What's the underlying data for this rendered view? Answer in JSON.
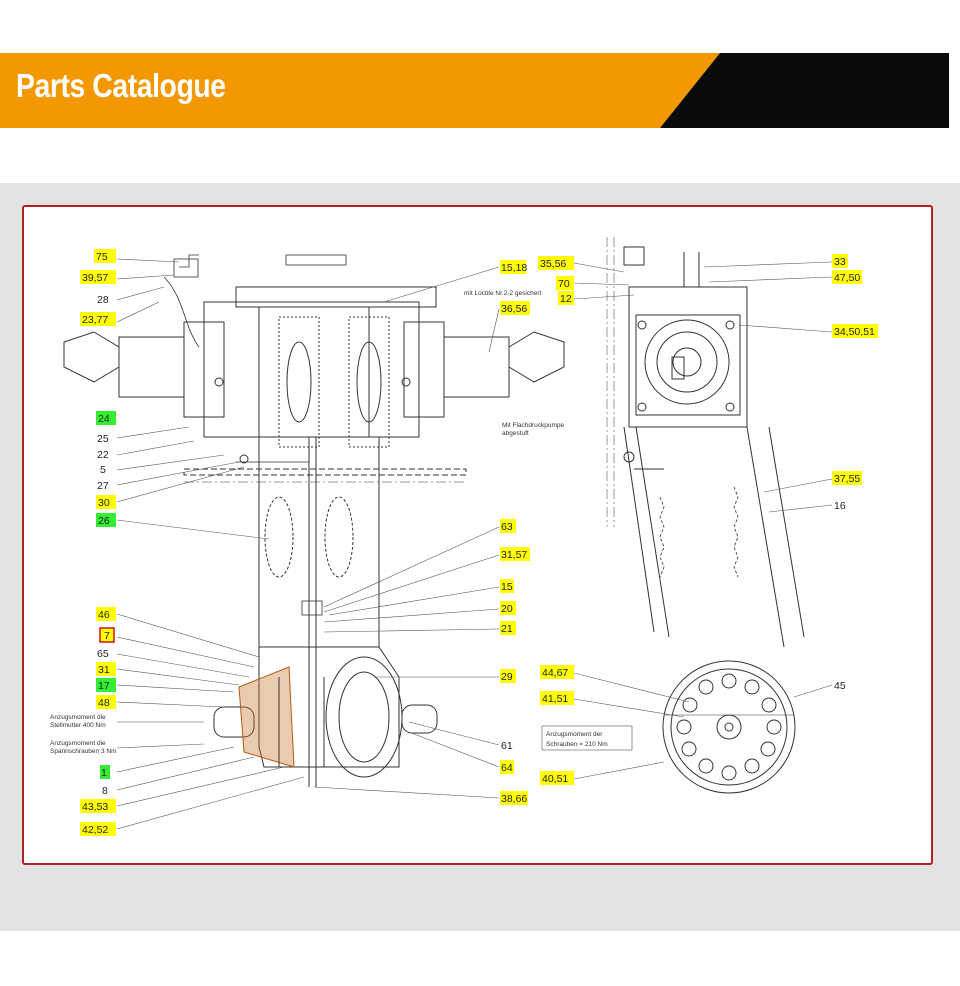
{
  "header": {
    "title": "Parts Catalogue"
  },
  "colors": {
    "banner_orange": "#f39800",
    "banner_black": "#0a0a0a",
    "frame_red": "#b02025",
    "panel_gray": "#e3e3e3",
    "callout_yellow": "#ffff00",
    "callout_green": "#33ee33"
  },
  "drawing": {
    "left_view_labels": {
      "l75": "75",
      "l3957": "39,57",
      "l28": "28",
      "l2377": "23,77",
      "l24": "24",
      "l25": "25",
      "l22": "22",
      "l5": "5",
      "l27": "27",
      "l30": "30",
      "l26": "26",
      "l46": "46",
      "l7": "7",
      "l65": "65",
      "l31": "31",
      "l17": "17",
      "l48": "48",
      "l1": "1",
      "l8": "8",
      "l4353": "43,53",
      "l4252": "42,52",
      "r1518": "15,18",
      "r3656": "36,56",
      "r63": "63",
      "r3157": "31,57",
      "r15": "15",
      "r20": "20",
      "r21": "21",
      "r29": "29",
      "r61": "61",
      "r64": "64",
      "r3866": "38,66"
    },
    "right_view_labels": {
      "l3556": "35,56",
      "l70": "70",
      "l12": "12",
      "l4467": "44,67",
      "l4151": "41,51",
      "l4051": "40,51",
      "r33": "33",
      "r4750": "47,50",
      "r345051": "34,50,51",
      "r3755": "37,55",
      "r16": "16",
      "r45": "45"
    },
    "notes": {
      "torque1_a": "Anzugsmoment die",
      "torque1_b": "Stellmutter 400 Nm",
      "torque2_a": "Anzugsmoment die",
      "torque2_b": "Spannschrauben 3 Nm",
      "torque3_a": "Anzugsmoment der",
      "torque3_b": "Schrauben = 210 Nm",
      "top_note": "mit Loctite Nr.2-2 gesichert",
      "side_note_a": "Mit Flachdruckpumpe",
      "side_note_b": "abgestuft"
    }
  }
}
